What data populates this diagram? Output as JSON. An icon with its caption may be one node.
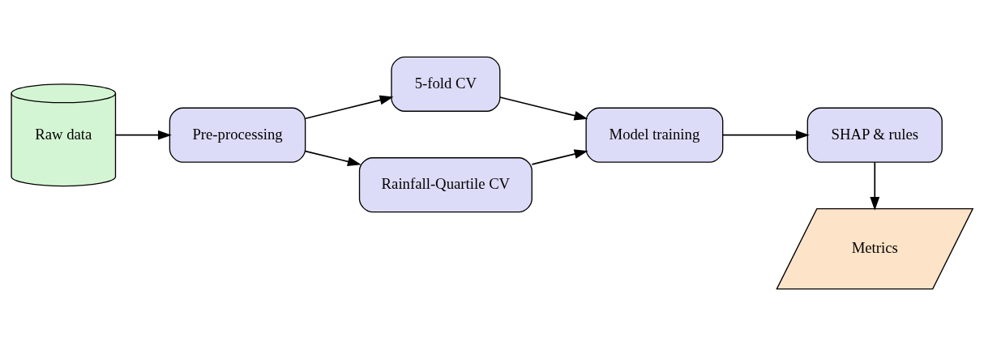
{
  "diagram": {
    "nodes": [
      {
        "text": [
          "Raw data"
        ]
      },
      {
        "text": [
          "Pre-processing"
        ]
      },
      {
        "text": [
          "5-fold CV"
        ]
      },
      {
        "text": [
          "Rainfall-Quartile CV"
        ]
      },
      {
        "text": [
          "Model training"
        ]
      },
      {
        "text": [
          "SHAP & rules"
        ]
      },
      {
        "text": [
          "Metrics"
        ]
      }
    ],
    "edges": [
      {
        "from": 0,
        "to": 1,
        "arrow": "to"
      },
      {
        "from": 1,
        "to": 2,
        "arrow": "to"
      },
      {
        "from": 1,
        "to": 3,
        "arrow": "to"
      },
      {
        "from": 2,
        "to": 4,
        "arrow": "to"
      },
      {
        "from": 3,
        "to": 4,
        "arrow": "to"
      },
      {
        "from": 4,
        "to": 5,
        "arrow": "to"
      },
      {
        "from": 5,
        "to": 6,
        "arrow": "to"
      }
    ]
  }
}
